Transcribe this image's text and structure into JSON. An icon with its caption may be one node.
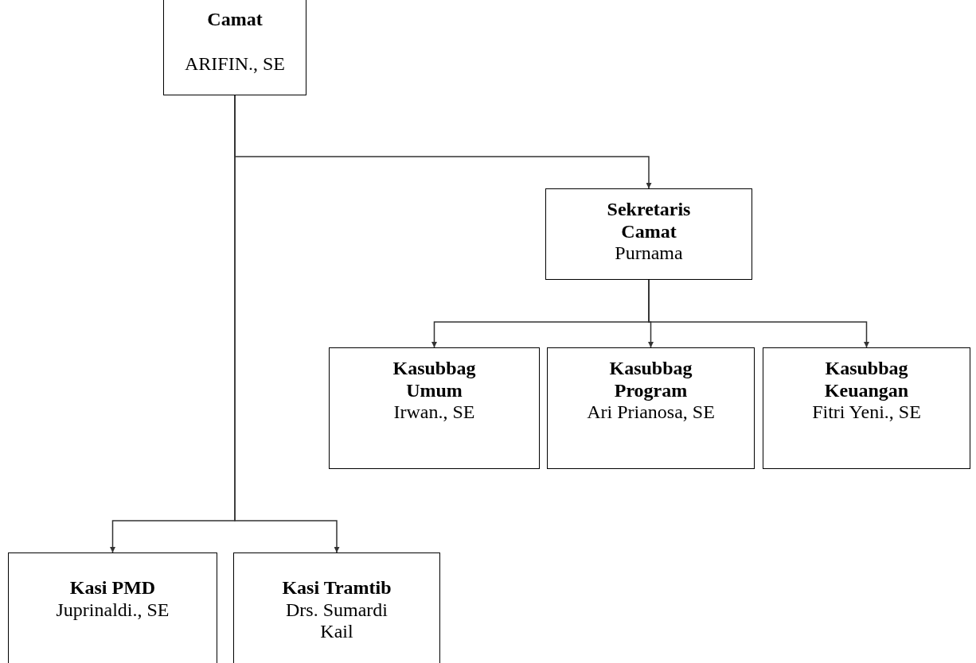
{
  "diagram": {
    "nodes": [
      {
        "text": [
          "Camat",
          "ARIFIN., SE"
        ]
      },
      {
        "text": [
          "Sekretaris Camat",
          "Purnama"
        ]
      },
      {
        "text": [
          "Kasubbag Umum",
          "Irwan., SE"
        ]
      },
      {
        "text": [
          "Kasubbag Program",
          "Ari Prianosa, SE"
        ]
      },
      {
        "text": [
          "Kasubbag Keuangan",
          "Fitri Yeni., SE"
        ]
      },
      {
        "text": [
          "Kasi PMD",
          "Juprinaldi., SE"
        ]
      },
      {
        "text": [
          "Kasi Tramtib",
          "Drs. Sumardi Kail"
        ]
      }
    ],
    "edges": [
      {
        "from": 0,
        "to": 1,
        "arrow": "to"
      },
      {
        "from": 1,
        "to": 2,
        "arrow": "to"
      },
      {
        "from": 1,
        "to": 3,
        "arrow": "to"
      },
      {
        "from": 1,
        "to": 4,
        "arrow": "to"
      },
      {
        "from": 0,
        "to": 5,
        "arrow": "to"
      },
      {
        "from": 0,
        "to": 6,
        "arrow": "to"
      }
    ]
  }
}
